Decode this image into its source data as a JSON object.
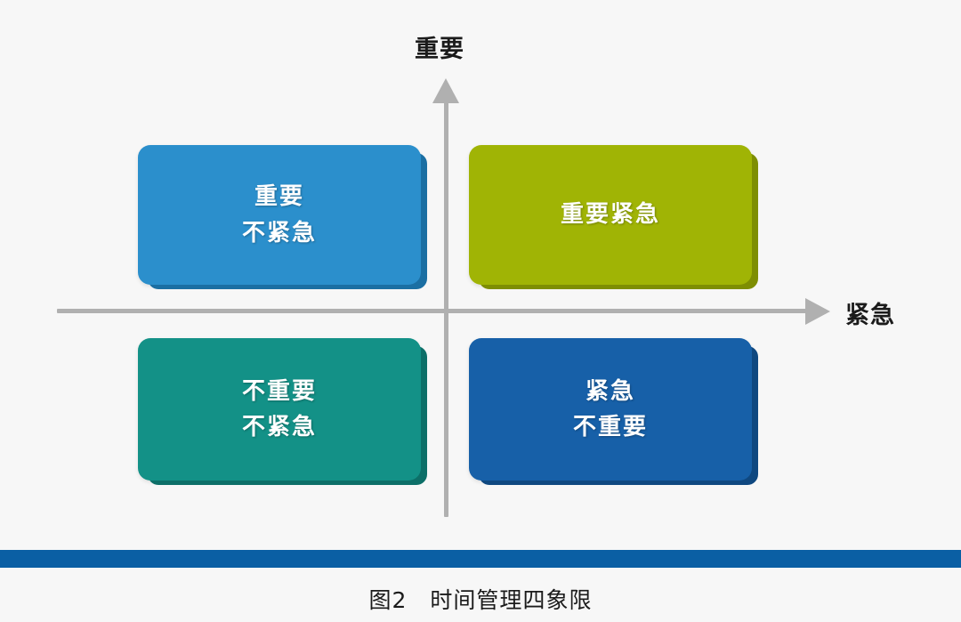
{
  "figure": {
    "caption": "图2　时间管理四象限",
    "background_color": "#f7f7f7",
    "rule_color": "#0a5fa4"
  },
  "axes": {
    "vertical_label": "重要",
    "horizontal_label": "紧急",
    "axis_color": "#b0b0b0",
    "vertical_arrow_icon": "arrow-up-icon",
    "horizontal_arrow_icon": "arrow-right-icon"
  },
  "chart_data": {
    "type": "matrix",
    "title": "时间管理四象限",
    "xlabel": "紧急",
    "ylabel": "重要",
    "grid": false,
    "legend": "none",
    "quadrants": [
      {
        "id": "important-not-urgent",
        "position": "top-left",
        "lines": [
          "重要",
          "不紧急"
        ],
        "color": "#2b8fcc",
        "shadow_color": "#1b6fa3"
      },
      {
        "id": "important-urgent",
        "position": "top-right",
        "lines": [
          "重要紧急"
        ],
        "color": "#a0b405",
        "shadow_color": "#7e8e03"
      },
      {
        "id": "not-important-not-urgent",
        "position": "bottom-left",
        "lines": [
          "不重要",
          "不紧急"
        ],
        "color": "#139187",
        "shadow_color": "#0d6f68"
      },
      {
        "id": "urgent-not-important",
        "position": "bottom-right",
        "lines": [
          "紧急",
          "不重要"
        ],
        "color": "#1760a8",
        "shadow_color": "#0f4880"
      }
    ]
  }
}
